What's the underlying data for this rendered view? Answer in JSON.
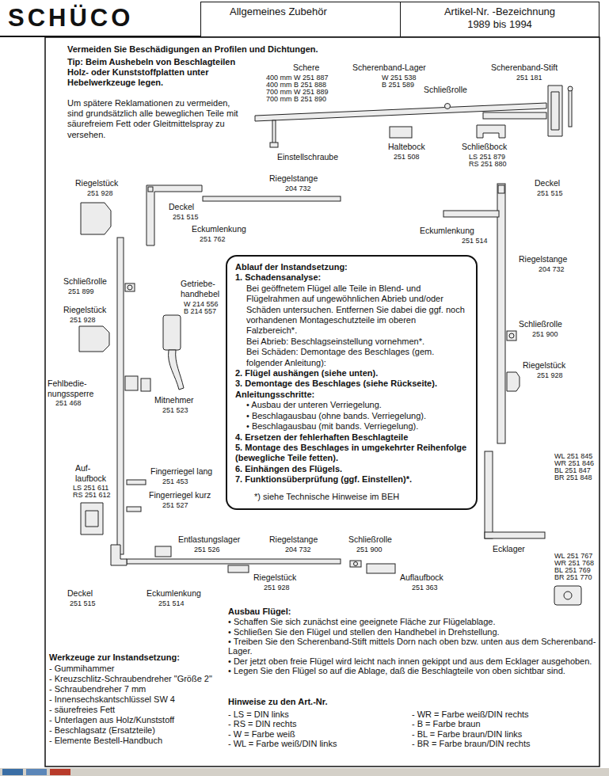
{
  "diagram": {
    "nodes": [
      {
        "text": [
          "SCHÜCO"
        ]
      },
      {
        "text": [
          "Allgemeines Zubehör"
        ]
      },
      {
        "text": [
          "Artikel-Nr. -Bezeichnung",
          "1989 bis 1994"
        ]
      },
      {
        "text": [
          "Ablauf der Instandsetzung:",
          "1. Schadensanalyse:",
          "Bei geöffnetem Flügel alle Teile in Blend- und Flügelrahmen auf ungewöhnlichen Abrieb und/oder Schäden untersuchen. Entfernen Sie dabei die ggf. noch vorhandenen Montageschutzteile im oberen Falzbereich*.",
          "Bei Abrieb: Beschlagseinstellung vornehmen*.",
          "Bei Schäden: Demontage des Beschlages (gem. folgender Anleitung):",
          "2. Flügel aushängen (siehe unten).",
          "3. Demontage des Beschlages (siehe Rückseite). Anleitungsschritte:",
          "• Ausbau der unteren Verriegelung.",
          "• Beschlagausbau (ohne bands. Verriegelung).",
          "• Beschlagausbau (mit bands. Verriegelung).",
          "4. Ersetzen der fehlerhaften Beschlagteile",
          "5. Montage des Beschlages in umgekehrter Reihenfolge (bewegliche Teile fetten).",
          "6. Einhängen des Flügels.",
          "7. Funktionsüberprüfung (ggf. Einstellen)*.",
          "*) siehe Technische Hinweise im BEH"
        ]
      }
    ],
    "labels": [
      "Vermeiden Sie Beschädigungen an Profilen und Dichtungen.",
      "Tip: Beim Aushebeln von Beschlagteilen Holz- oder Kunststoffplatten unter Hebelwerkzeuge legen.",
      "Um spätere Reklamationen zu vermeiden, sind grundsätzlich alle beweglichen Teile mit säurefreiem Fett oder Gleitmittelspray zu versehen.",
      "Schere",
      "400 mm W 251 887",
      "400 mm B 251 888",
      "700 mm W 251 889",
      "700 mm B 251 890",
      "Scherenband-Lager",
      "W 251 538",
      "B 251 589",
      "Scherenband-Stift",
      "251 181",
      "Schließrolle",
      "Einstellschraube",
      "Haltebock",
      "251 508",
      "Schließbock",
      "LS 251 879",
      "RS 251 880",
      "Riegelstange",
      "204 732",
      "Riegelstück",
      "251 928",
      "Deckel",
      "251 515",
      "Eckumlenkung",
      "251 762",
      "Deckel",
      "251 515",
      "Eckumlenkung",
      "251 514",
      "Riegelstange",
      "204 732",
      "Schließrolle",
      "251 899",
      "Getriebe- handhebel",
      "W 214 556",
      "B 214 557",
      "Riegelstück",
      "251 928",
      "Schließrolle",
      "251 900",
      "Riegelstück",
      "251 928",
      "Fehlbedie- nungssperre",
      "251 468",
      "Mitnehmer",
      "251 523",
      "Auf- laufbock",
      "LS 251 611",
      "RS 251 612",
      "Fingerriegel lang",
      "251 453",
      "Fingerriegel kurz",
      "251 527",
      "Entlastungslager",
      "251 526",
      "Riegelstange",
      "204 732",
      "Schließrolle",
      "251 900",
      "Riegelstück",
      "251 928",
      "Auflaufbock",
      "251 363",
      "Deckel",
      "251 515",
      "Eckumlenkung",
      "251 514",
      "WL 251 845",
      "WR 251 846",
      "BL 251 847",
      "BR 251 848",
      "Ecklager",
      "WL 251 767",
      "WR 251 768",
      "BL 251 769",
      "BR 251 770",
      "Werkzeuge zur Instandsetzung:",
      "- Gummihammer",
      "- Kreuzschlitz-Schraubendreher \"Größe 2\"",
      "- Schraubendreher 7 mm",
      "- Innensechskantschlüssel SW 4",
      "- säurefreies Fett",
      "- Unterlagen aus Holz/Kunststoff",
      "- Beschlagsatz (Ersatzteile)",
      "- Elemente Bestell-Handbuch",
      "Ausbau Flügel:",
      "• Schaffen Sie sich zunächst eine geeignete Fläche zur Flügelablage.",
      "• Schließen Sie den Flügel und stellen den Handhebel in Drehstellung.",
      "• Treiben Sie den Scherenband-Stift mittels Dorn nach oben bzw. unten aus dem Scherenband-Lager.",
      "• Der jetzt oben freie Flügel wird leicht nach innen gekippt und aus dem Ecklager ausgehoben.",
      "• Legen Sie den Flügel so auf die Ablage, daß die Beschlagteile von oben sichtbar sind.",
      "Hinweise zu den Art.-Nr.",
      "- LS = DIN links",
      "- RS = DIN rechts",
      "- W = Farbe weiß",
      "- WL = Farbe weiß/DIN links",
      "- WR = Farbe weiß/DIN rechts",
      "- B = Farbe braun",
      "- BL = Farbe braun/DIN links",
      "- BR = Farbe braun/DIN rechts"
    ]
  }
}
